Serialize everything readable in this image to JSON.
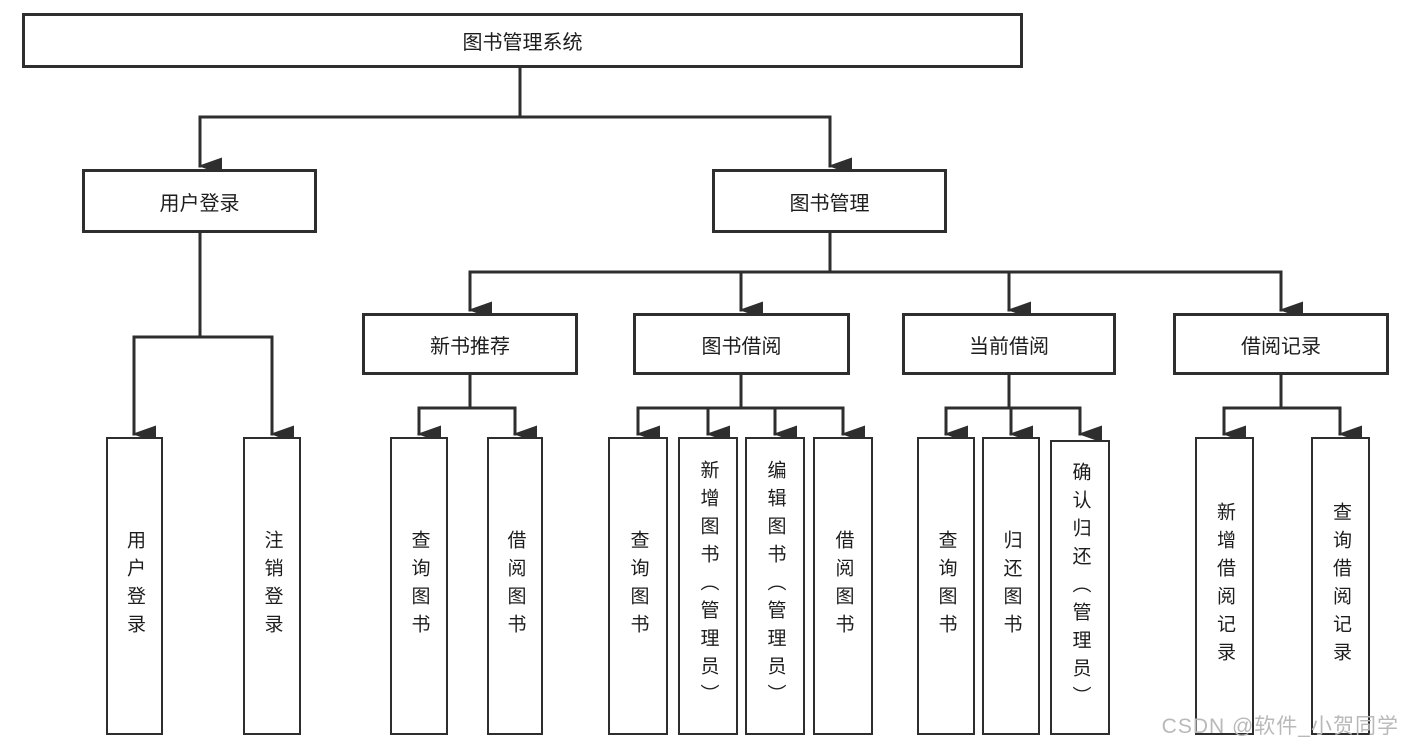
{
  "diagram": {
    "type": "hierarchy-tree",
    "colors": {
      "line": "#2e2e2e",
      "box_border": "#2e2e2e",
      "box_fill": "#ffffff",
      "text": "#1d1d1d",
      "watermark": "#b9b9b9",
      "background": "#ffffff"
    },
    "tree": {
      "label": "图书管理系统",
      "children": [
        {
          "label": "用户登录",
          "children": [
            {
              "label": "用户登录"
            },
            {
              "label": "注销登录"
            }
          ]
        },
        {
          "label": "图书管理",
          "children": [
            {
              "label": "新书推荐",
              "children": [
                {
                  "label": "查询图书"
                },
                {
                  "label": "借阅图书"
                }
              ]
            },
            {
              "label": "图书借阅",
              "children": [
                {
                  "label": "查询图书"
                },
                {
                  "label": "新增图书（管理员）"
                },
                {
                  "label": "编辑图书（管理员）"
                },
                {
                  "label": "借阅图书"
                }
              ]
            },
            {
              "label": "当前借阅",
              "children": [
                {
                  "label": "查询图书"
                },
                {
                  "label": "归还图书"
                },
                {
                  "label": "确认归还（管理员）"
                }
              ]
            },
            {
              "label": "借阅记录",
              "children": [
                {
                  "label": "新增借阅记录"
                },
                {
                  "label": "查询借阅记录"
                }
              ]
            }
          ]
        }
      ]
    },
    "watermark": {
      "text": "CSDN @软件_小贺同学"
    }
  }
}
